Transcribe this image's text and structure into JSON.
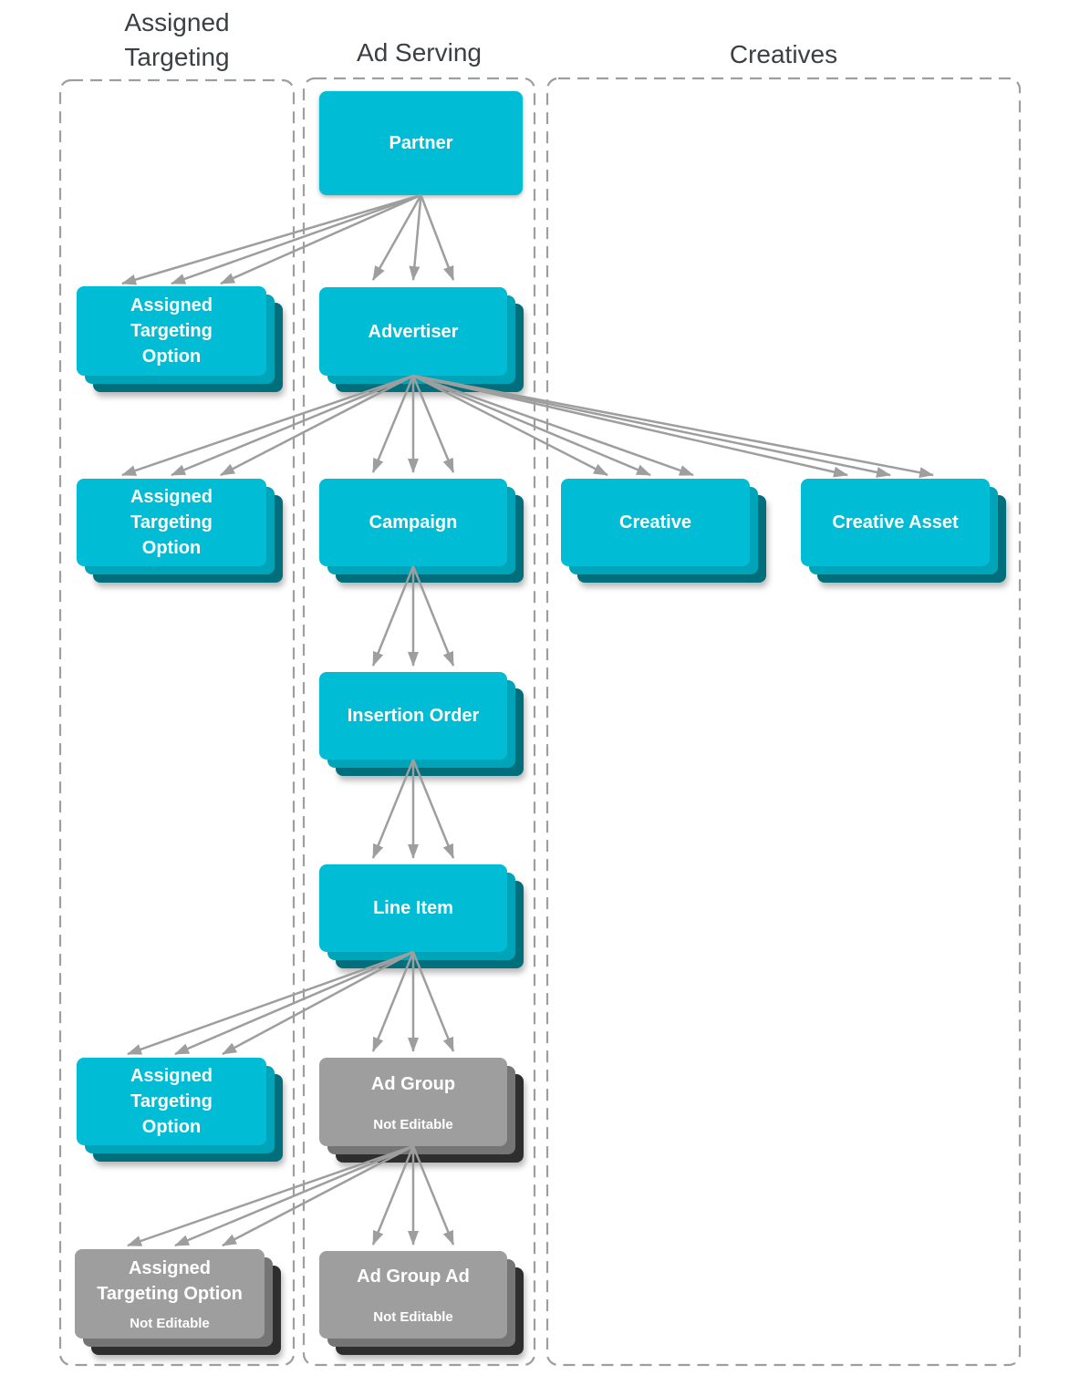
{
  "columns": [
    {
      "id": "assigned_targeting",
      "label": "Assigned\nTargeting"
    },
    {
      "id": "ad_serving",
      "label": "Ad Serving"
    },
    {
      "id": "creatives",
      "label": "Creatives"
    }
  ],
  "nodes": {
    "partner": {
      "label": "Partner",
      "type": "editable"
    },
    "assigned_targeting_option_1": {
      "label_lines": [
        "Assigned",
        "Targeting",
        "Option"
      ],
      "type": "editable"
    },
    "advertiser": {
      "label": "Advertiser",
      "type": "editable"
    },
    "assigned_targeting_option_2": {
      "label_lines": [
        "Assigned",
        "Targeting",
        "Option"
      ],
      "type": "editable"
    },
    "campaign": {
      "label": "Campaign",
      "type": "editable"
    },
    "creative": {
      "label": "Creative",
      "type": "editable"
    },
    "creative_asset": {
      "label": "Creative Asset",
      "type": "editable"
    },
    "insertion_order": {
      "label": "Insertion Order",
      "type": "editable"
    },
    "line_item": {
      "label": "Line Item",
      "type": "editable"
    },
    "assigned_targeting_option_3": {
      "label_lines": [
        "Assigned",
        "Targeting",
        "Option"
      ],
      "type": "editable"
    },
    "ad_group": {
      "label": "Ad Group",
      "sublabel": "Not Editable",
      "type": "not_editable"
    },
    "assigned_targeting_option_ne": {
      "label_lines": [
        "Assigned",
        "Targeting Option"
      ],
      "sublabel": "Not Editable",
      "type": "not_editable"
    },
    "ad_group_ad": {
      "label": "Ad Group Ad",
      "sublabel": "Not Editable",
      "type": "not_editable"
    }
  },
  "edges": [
    {
      "from": "partner",
      "to": "assigned_targeting_option_1"
    },
    {
      "from": "partner",
      "to": "advertiser"
    },
    {
      "from": "advertiser",
      "to": "assigned_targeting_option_2"
    },
    {
      "from": "advertiser",
      "to": "campaign"
    },
    {
      "from": "advertiser",
      "to": "creative"
    },
    {
      "from": "advertiser",
      "to": "creative_asset"
    },
    {
      "from": "campaign",
      "to": "insertion_order"
    },
    {
      "from": "insertion_order",
      "to": "line_item"
    },
    {
      "from": "line_item",
      "to": "assigned_targeting_option_3"
    },
    {
      "from": "line_item",
      "to": "ad_group"
    },
    {
      "from": "ad_group",
      "to": "assigned_targeting_option_ne"
    },
    {
      "from": "ad_group",
      "to": "ad_group_ad"
    }
  ],
  "colors": {
    "editable_front": "#00BCD4",
    "editable_layer2": "#00A4B8",
    "editable_layer3": "#006F7B",
    "not_editable_front": "#9E9E9E",
    "not_editable_layer2": "#757575",
    "not_editable_layer3": "#2E2E2E",
    "arrow": "#9E9E9E",
    "column_border": "#9E9E9E",
    "header_text": "#3C4043"
  }
}
